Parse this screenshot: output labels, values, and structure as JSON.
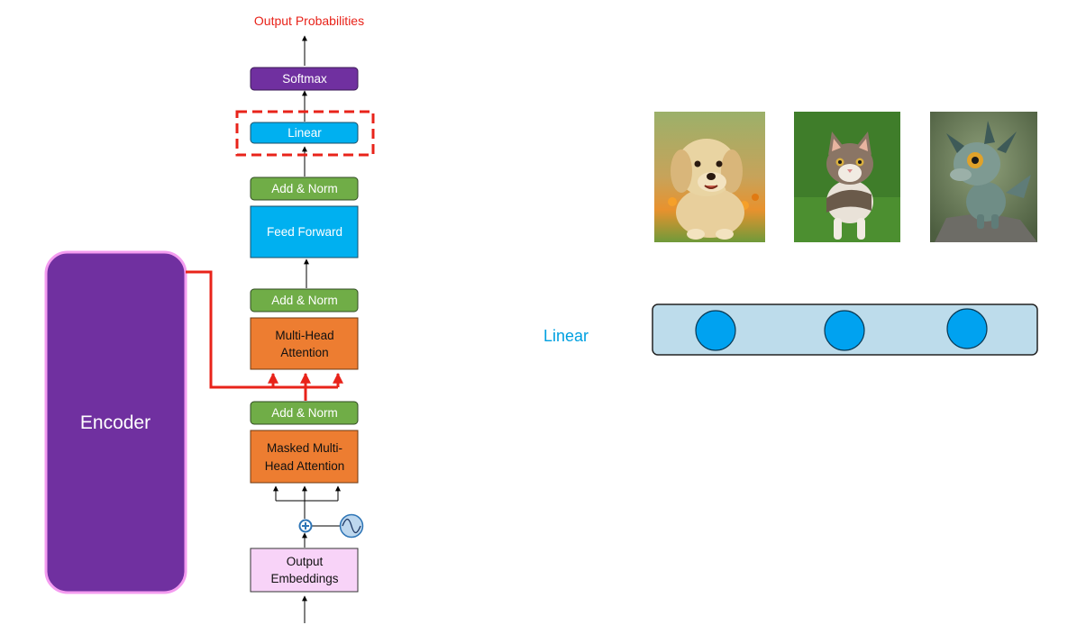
{
  "decoder": {
    "output_label": "Output Probabilities",
    "softmax": "Softmax",
    "linear": "Linear",
    "add_norm_top": "Add & Norm",
    "feed_forward": "Feed Forward",
    "add_norm_mid": "Add & Norm",
    "mha_line1": "Multi-Head",
    "mha_line2": "Attention",
    "add_norm_bottom": "Add & Norm",
    "masked_line1": "Masked Multi-",
    "masked_line2": "Head Attention",
    "emb_line1": "Output",
    "emb_line2": "Embeddings"
  },
  "encoder": {
    "label": "Encoder"
  },
  "linear_panel": {
    "label": "Linear",
    "neurons": 3,
    "images": [
      "puppy",
      "kitten",
      "baby-dragon"
    ]
  },
  "colors": {
    "softmax": "#7030A0",
    "linear": "#00B0F0",
    "add_norm": "#70AD47",
    "feed_forward": "#00B0F0",
    "attention": "#ED7D31",
    "embeddings": "#F8D3F8",
    "encoder": "#7030A0",
    "encoder_border": "#F49CF0",
    "highlight": "#E8231A",
    "panel_label": "#00A0E0",
    "panel_fill": "#BDDCEB",
    "neuron": "#00A2F0"
  }
}
